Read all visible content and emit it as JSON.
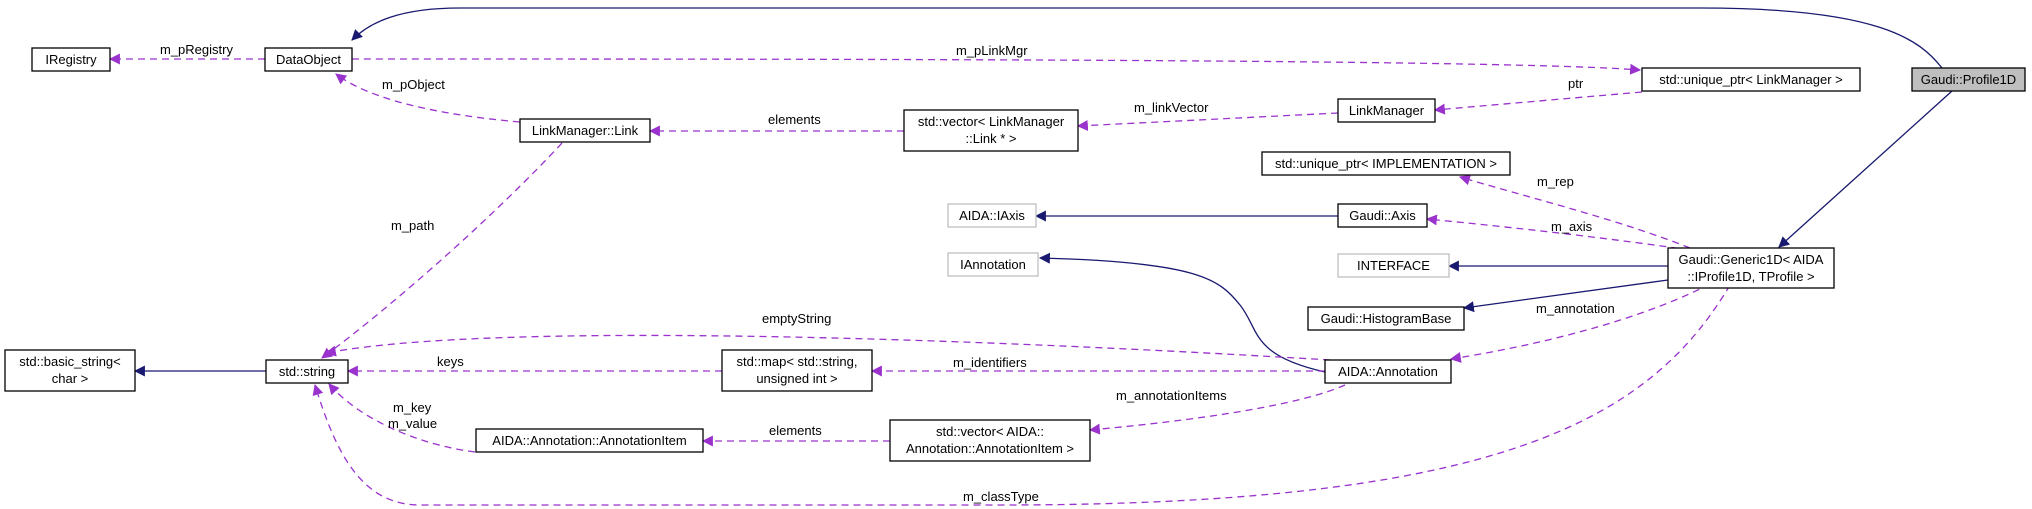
{
  "diagram": {
    "nodes": {
      "profile1d": {
        "lines": [
          "Gaudi::Profile1D"
        ],
        "focus": true
      },
      "dataobject": {
        "lines": [
          "DataObject"
        ]
      },
      "iregistry": {
        "lines": [
          "IRegistry"
        ]
      },
      "unique_ptr_linkmgr": {
        "lines": [
          "std::unique_ptr< LinkManager >"
        ]
      },
      "linkmanager": {
        "lines": [
          "LinkManager"
        ]
      },
      "vector_link": {
        "lines": [
          "std::vector< LinkManager",
          "::Link * >"
        ]
      },
      "linkmanager_link": {
        "lines": [
          "LinkManager::Link"
        ]
      },
      "unique_ptr_impl": {
        "lines": [
          "std::unique_ptr< IMPLEMENTATION >"
        ]
      },
      "aida_iaxis": {
        "lines": [
          "AIDA::IAxis"
        ],
        "external": true
      },
      "gaudi_axis": {
        "lines": [
          "Gaudi::Axis"
        ]
      },
      "iannotation": {
        "lines": [
          "IAnnotation"
        ],
        "external": true
      },
      "interface": {
        "lines": [
          "INTERFACE"
        ],
        "external": true
      },
      "generic1d": {
        "lines": [
          "Gaudi::Generic1D< AIDA",
          "::IProfile1D, TProfile >"
        ]
      },
      "histogrambase": {
        "lines": [
          "Gaudi::HistogramBase"
        ]
      },
      "basic_string": {
        "lines": [
          "std::basic_string<",
          "char >"
        ]
      },
      "std_string": {
        "lines": [
          "std::string"
        ]
      },
      "std_map": {
        "lines": [
          "std::map< std::string,",
          "unsigned int >"
        ]
      },
      "aida_annotation": {
        "lines": [
          "AIDA::Annotation"
        ]
      },
      "annotation_item": {
        "lines": [
          "AIDA::Annotation::AnnotationItem"
        ]
      },
      "vector_annot": {
        "lines": [
          "std::vector< AIDA::",
          "Annotation::AnnotationItem >"
        ]
      }
    },
    "edge_labels": [
      "m_pRegistry",
      "m_pLinkMgr",
      "m_pObject",
      "ptr",
      "m_linkVector",
      "elements",
      "m_path",
      "m_rep",
      "m_axis",
      "emptyString",
      "m_annotation",
      "keys",
      "m_identifiers",
      "m_annotationItems",
      "m_key",
      "m_value",
      "elements",
      "m_classType"
    ],
    "colors": {
      "inheritance": "#191970",
      "usage": "#9a32cd",
      "focus_fill": "#bfbfbf",
      "external_border": "#bfbfbf"
    }
  }
}
